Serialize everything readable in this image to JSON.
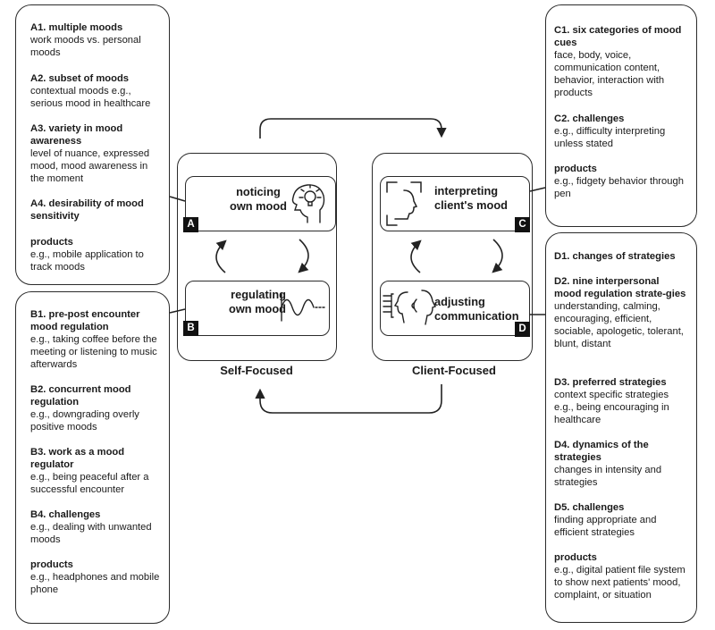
{
  "panel_a": {
    "items": [
      {
        "head": "A1. multiple moods",
        "body": "work moods vs. personal moods"
      },
      {
        "head": "A2. subset of moods",
        "body": "contextual moods e.g., serious mood in healthcare"
      },
      {
        "head": "A3. variety in mood awareness",
        "body": "level of nuance, expressed mood, mood awareness in the moment"
      },
      {
        "head": "A4. desirability of mood sensitivity",
        "body": ""
      },
      {
        "head": "products",
        "body": "e.g., mobile application to track moods"
      }
    ]
  },
  "panel_b": {
    "items": [
      {
        "head": "B1. pre-post encounter mood regulation",
        "body": "e.g., taking coffee before the meeting or listening to music afterwards"
      },
      {
        "head": "B2. concurrent mood regulation",
        "body": "e.g., downgrading overly positive moods"
      },
      {
        "head": "B3. work as a mood regulator",
        "body": "e.g., being peaceful after a successful encounter"
      },
      {
        "head": "B4. challenges",
        "body": "e.g., dealing with unwanted moods"
      },
      {
        "head": "products",
        "body": "e.g., headphones and mobile phone"
      }
    ]
  },
  "panel_c": {
    "items": [
      {
        "head": "C1. six categories of mood cues",
        "body": "face, body, voice, communication content, behavior, interaction with products"
      },
      {
        "head": "C2. challenges",
        "body": "e.g., difficulty interpreting unless stated"
      },
      {
        "head": "products",
        "body": "e.g., fidgety behavior through pen"
      }
    ]
  },
  "panel_d": {
    "items": [
      {
        "head": "D1. changes of strategies",
        "body": ""
      },
      {
        "head": "D2. nine interpersonal mood regulation strate-gies",
        "body": "understanding, calming, encouraging, efficient, sociable, apologetic, tolerant, blunt, distant"
      },
      {
        "head": "D3. preferred strategies",
        "body": "context specific strategies e.g., being encouraging in healthcare"
      },
      {
        "head": "D4. dynamics of the strategies",
        "body": "changes in intensity and strategies"
      },
      {
        "head": "D5. challenges",
        "body": "finding appropriate and efficient strategies"
      },
      {
        "head": "products",
        "body": "e.g., digital patient file system to show next patients' mood, complaint, or situation"
      }
    ]
  },
  "center": {
    "self_focused": "Self-Focused",
    "client_focused": "Client-Focused",
    "box_a": {
      "label": "noticing own mood",
      "letter": "A"
    },
    "box_b": {
      "label": "regulating own mood",
      "letter": "B"
    },
    "box_c": {
      "label": "interpreting client's mood",
      "letter": "C"
    },
    "box_d": {
      "label": "adjusting communication",
      "letter": "D"
    }
  },
  "icons": [
    "lightbulb-head-icon",
    "wave-icon",
    "face-frame-icon",
    "two-heads-talking-icon"
  ],
  "colors": {
    "stroke": "#2b2b2b",
    "text": "#1a1a1a",
    "badge": "#111111"
  }
}
